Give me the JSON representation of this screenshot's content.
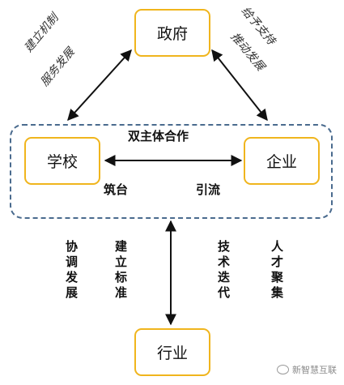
{
  "nodes": {
    "government": "政府",
    "school": "学校",
    "enterprise": "企业",
    "industry": "行业"
  },
  "labels": {
    "dual_subject": "双主体合作",
    "build_platform": "筑台",
    "attract_flow": "引流"
  },
  "diagonal_text": {
    "gov_school_line1": "建立机制",
    "gov_school_line2": "服务发展",
    "gov_ent_line1": "给予支持",
    "gov_ent_line2": "推动发展"
  },
  "vertical_text": {
    "coordinate": "协调发展",
    "standards": "建立标准",
    "tech": "技术迭代",
    "talent": "人才聚集"
  },
  "watermark": "新智慧互联",
  "colors": {
    "node_border": "#f0b51d",
    "frame_dash": "#4a6b8e",
    "arrow": "#111111"
  }
}
